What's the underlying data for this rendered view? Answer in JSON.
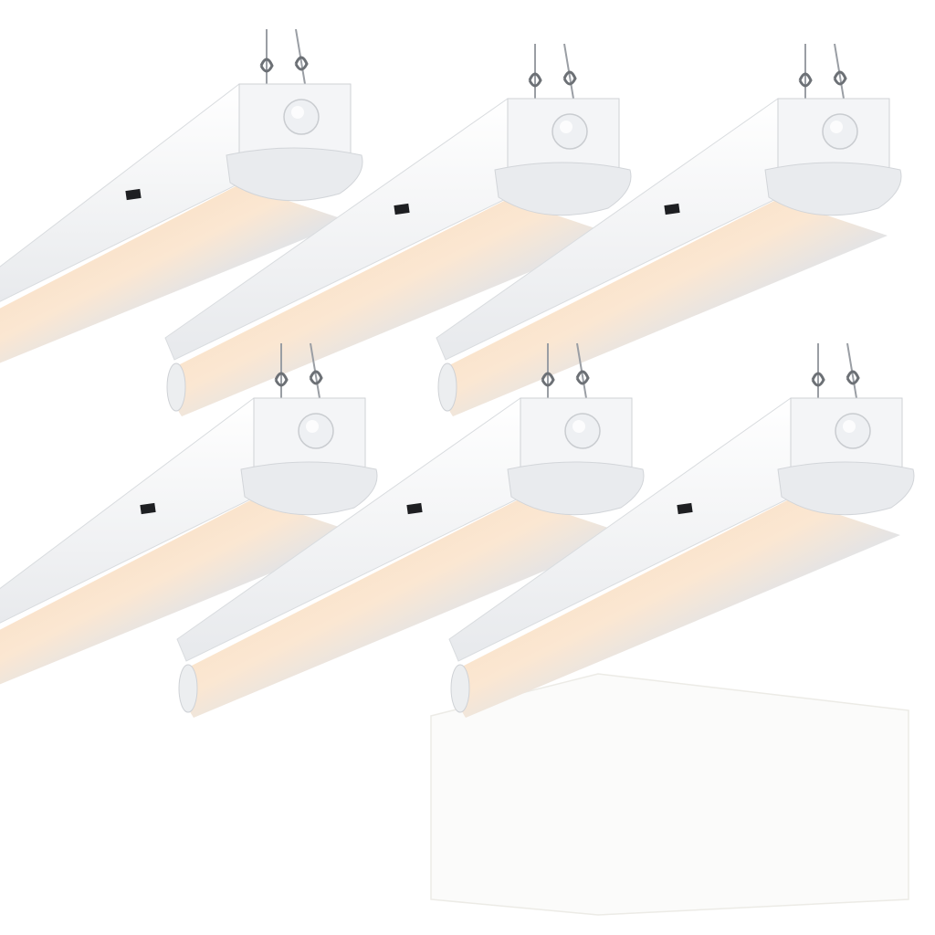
{
  "image": {
    "subject": "",
    "background_color": "#ffffff"
  },
  "fixtures": {
    "count": 6,
    "rows": 2,
    "columns": 3,
    "housing_color": "#f4f5f7",
    "endcap_color": "#e9ebee",
    "glow_warm_color": "#f7d6b6",
    "glow_cool_color": "#cfe1f6",
    "sensor_color": "#eef0f3",
    "cable_color": "#9a9ea4"
  },
  "backdrop_panel": {
    "visible": true,
    "color": "#fbfbfa",
    "edge_color": "#ecebe6"
  }
}
